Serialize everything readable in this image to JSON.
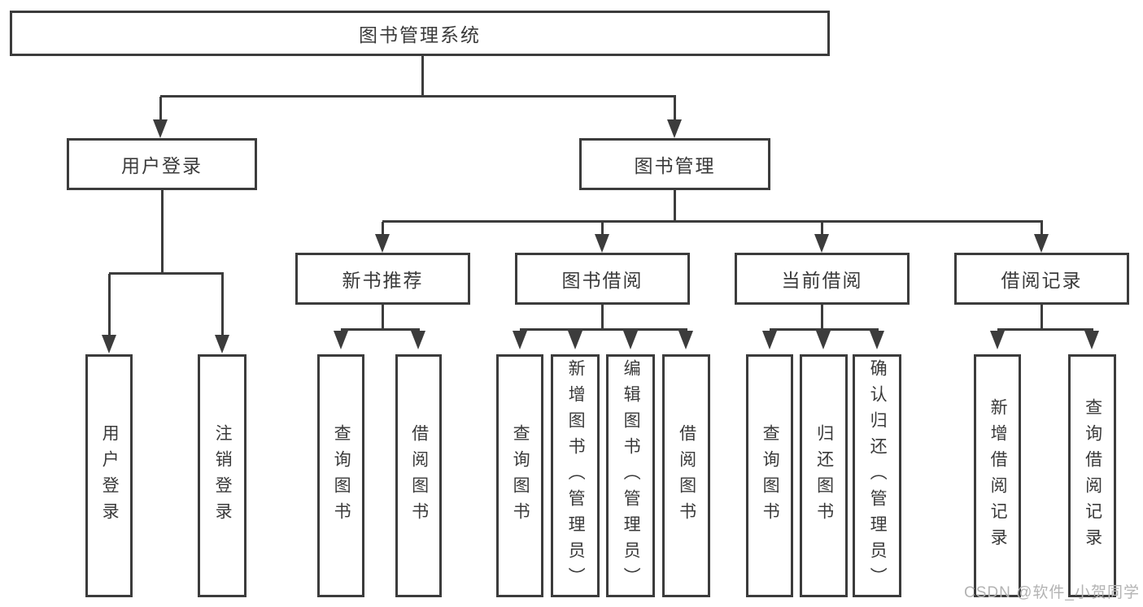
{
  "diagram": {
    "root": {
      "label": "图书管理系统"
    },
    "level1": [
      {
        "label": "用户登录"
      },
      {
        "label": "图书管理"
      }
    ],
    "level2": [
      {
        "label": "新书推荐"
      },
      {
        "label": "图书借阅"
      },
      {
        "label": "当前借阅"
      },
      {
        "label": "借阅记录"
      }
    ],
    "leaves": [
      {
        "label": "用户登录",
        "parent": "用户登录"
      },
      {
        "label": "注销登录",
        "parent": "用户登录"
      },
      {
        "label": "查询图书",
        "parent": "新书推荐"
      },
      {
        "label": "借阅图书",
        "parent": "新书推荐"
      },
      {
        "label": "查询图书",
        "parent": "图书借阅"
      },
      {
        "label": "新增图书（管理员）",
        "parent": "图书借阅"
      },
      {
        "label": "编辑图书（管理员）",
        "parent": "图书借阅"
      },
      {
        "label": "借阅图书",
        "parent": "图书借阅"
      },
      {
        "label": "查询图书",
        "parent": "当前借阅"
      },
      {
        "label": "归还图书",
        "parent": "当前借阅"
      },
      {
        "label": "确认归还（管理员）",
        "parent": "当前借阅"
      },
      {
        "label": "新增借阅记录",
        "parent": "借阅记录"
      },
      {
        "label": "查询借阅记录",
        "parent": "借阅记录"
      }
    ]
  },
  "watermark": {
    "text": "CSDN @软件_小贺同学"
  },
  "colors": {
    "line": "#3c3c3c",
    "text": "#3a3a3a",
    "watermark": "#b3b3b3",
    "background": "#ffffff"
  }
}
